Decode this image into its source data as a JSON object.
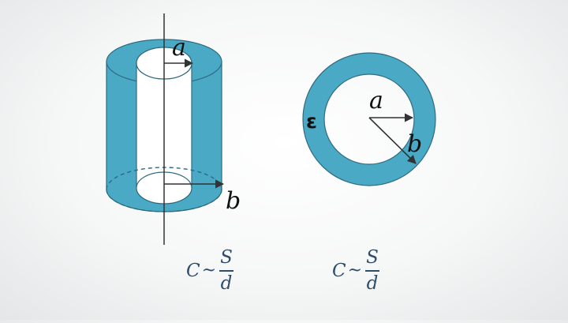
{
  "colors": {
    "dielectric": "#4aa9c5",
    "outline": "#2f6b80",
    "axis": "#333333",
    "formula": "#2e4d6b"
  },
  "cylinder": {
    "inner_label": "a",
    "outer_label": "b"
  },
  "cross_section": {
    "epsilon_label": "ε",
    "inner_label": "a",
    "outer_label": "b"
  },
  "formulas": [
    {
      "lhs": "C",
      "relation": "~",
      "numerator": "S",
      "denominator": "d"
    },
    {
      "lhs": "C",
      "relation": "~",
      "numerator": "S",
      "denominator": "d"
    }
  ]
}
